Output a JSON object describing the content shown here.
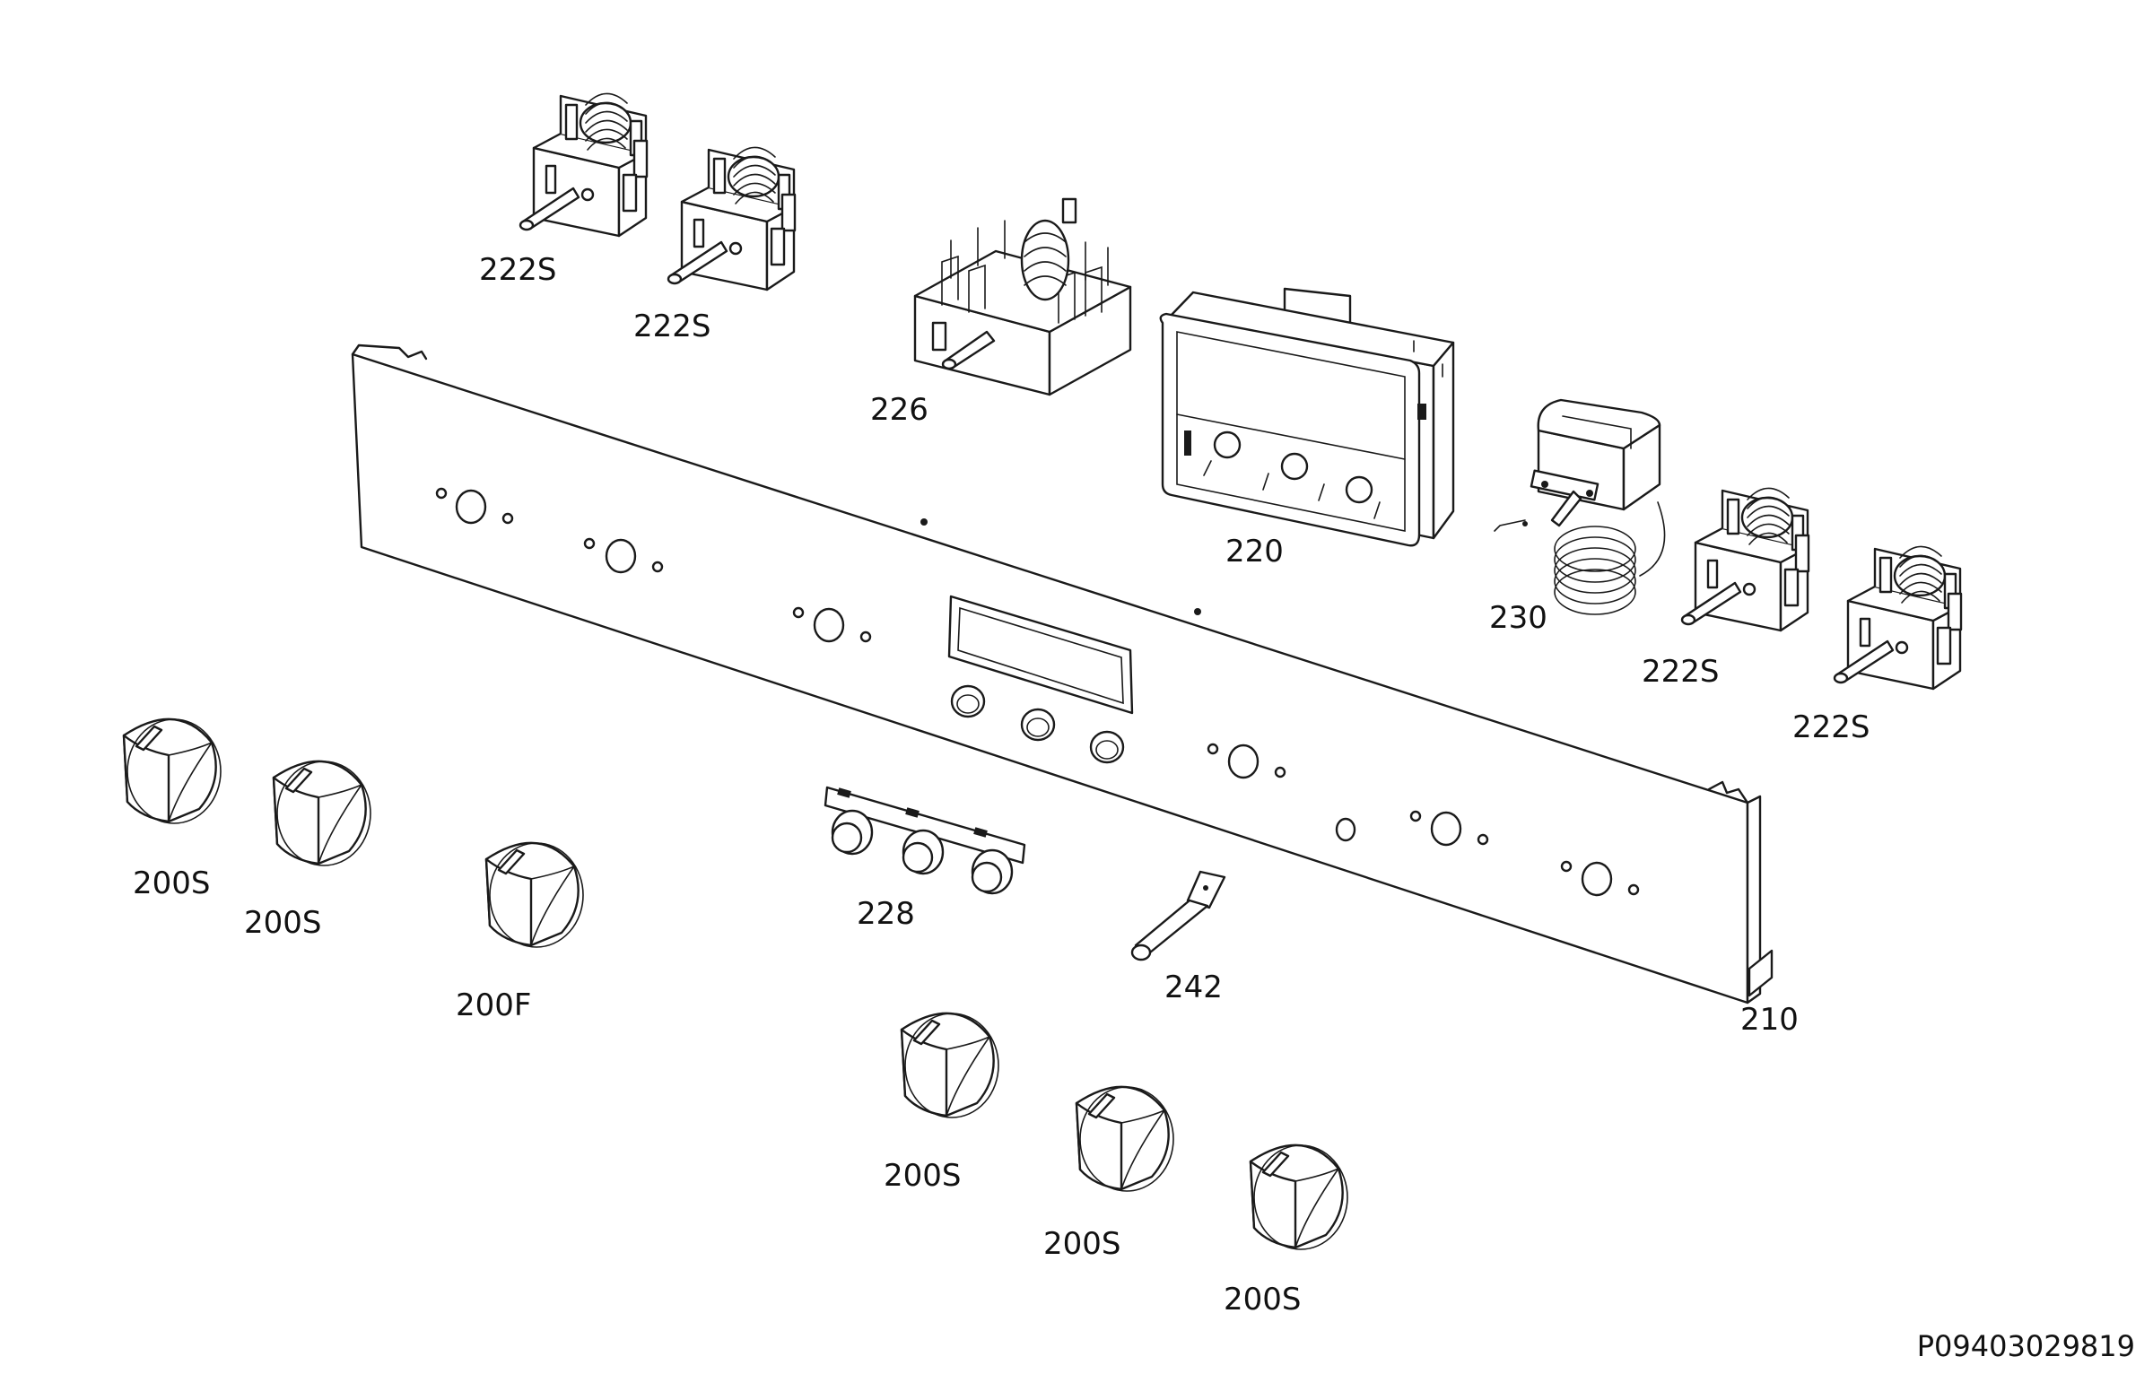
{
  "diagram": {
    "labels": {
      "switch_1": "222S",
      "switch_2": "222S",
      "switch_3": "222S",
      "switch_4": "222S",
      "selector": "226",
      "timer": "220",
      "thermostat": "230",
      "panel": "210",
      "pushbuttons": "228",
      "lamp": "242",
      "knob_1": "200S",
      "knob_2": "200S",
      "knob_3": "200F",
      "knob_4": "200S",
      "knob_5": "200S",
      "knob_6": "200S"
    },
    "drawing_code": "P09403029819"
  }
}
